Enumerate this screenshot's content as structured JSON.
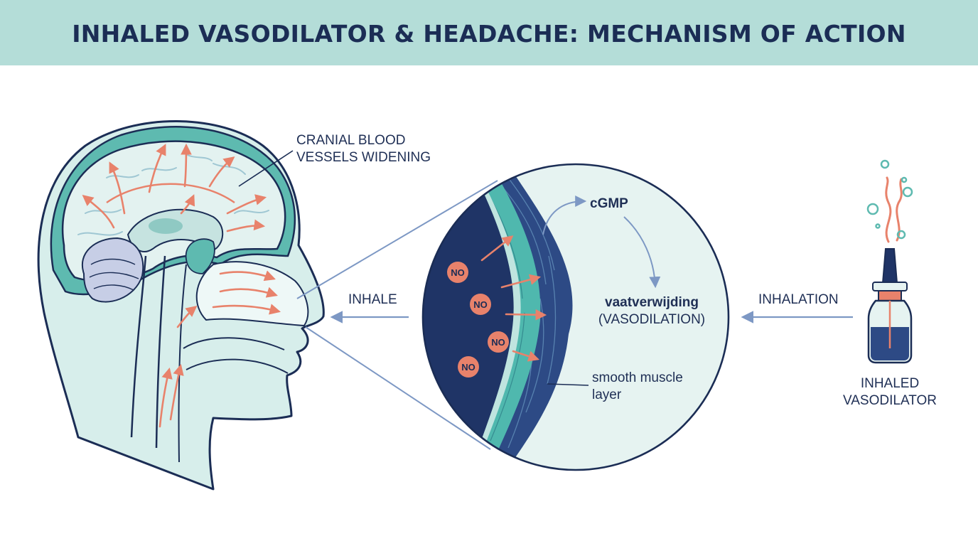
{
  "title": "INHALED VASODILATOR & HEADACHE: MECHANISM OF ACTION",
  "labels": {
    "cranial_line1": "CRANIAL BLOOD",
    "cranial_line2": "VESSELS WIDENING",
    "inhale": "INHALE",
    "inhalation": "INHALATION",
    "cgmp": "cGMP",
    "vaso_dutch": "vaatverwijding",
    "vaso_english": "(VASODILATION)",
    "smooth_line1": "smooth muscle",
    "smooth_line2": "layer",
    "product_line1": "INHALED",
    "product_line2": "VASODILATOR",
    "no_molecule": "NO"
  },
  "colors": {
    "banner": "#b4ddd8",
    "navy": "#1b2d55",
    "teal_light": "#cfe9e5",
    "teal_mid": "#4fb8ae",
    "coral": "#e8826b",
    "arrow_blue": "#7d98c4"
  },
  "icons": [
    "head-profile-icon",
    "brain-icon",
    "blood-vessel-cross-section-icon",
    "nasal-spray-bottle-icon"
  ]
}
